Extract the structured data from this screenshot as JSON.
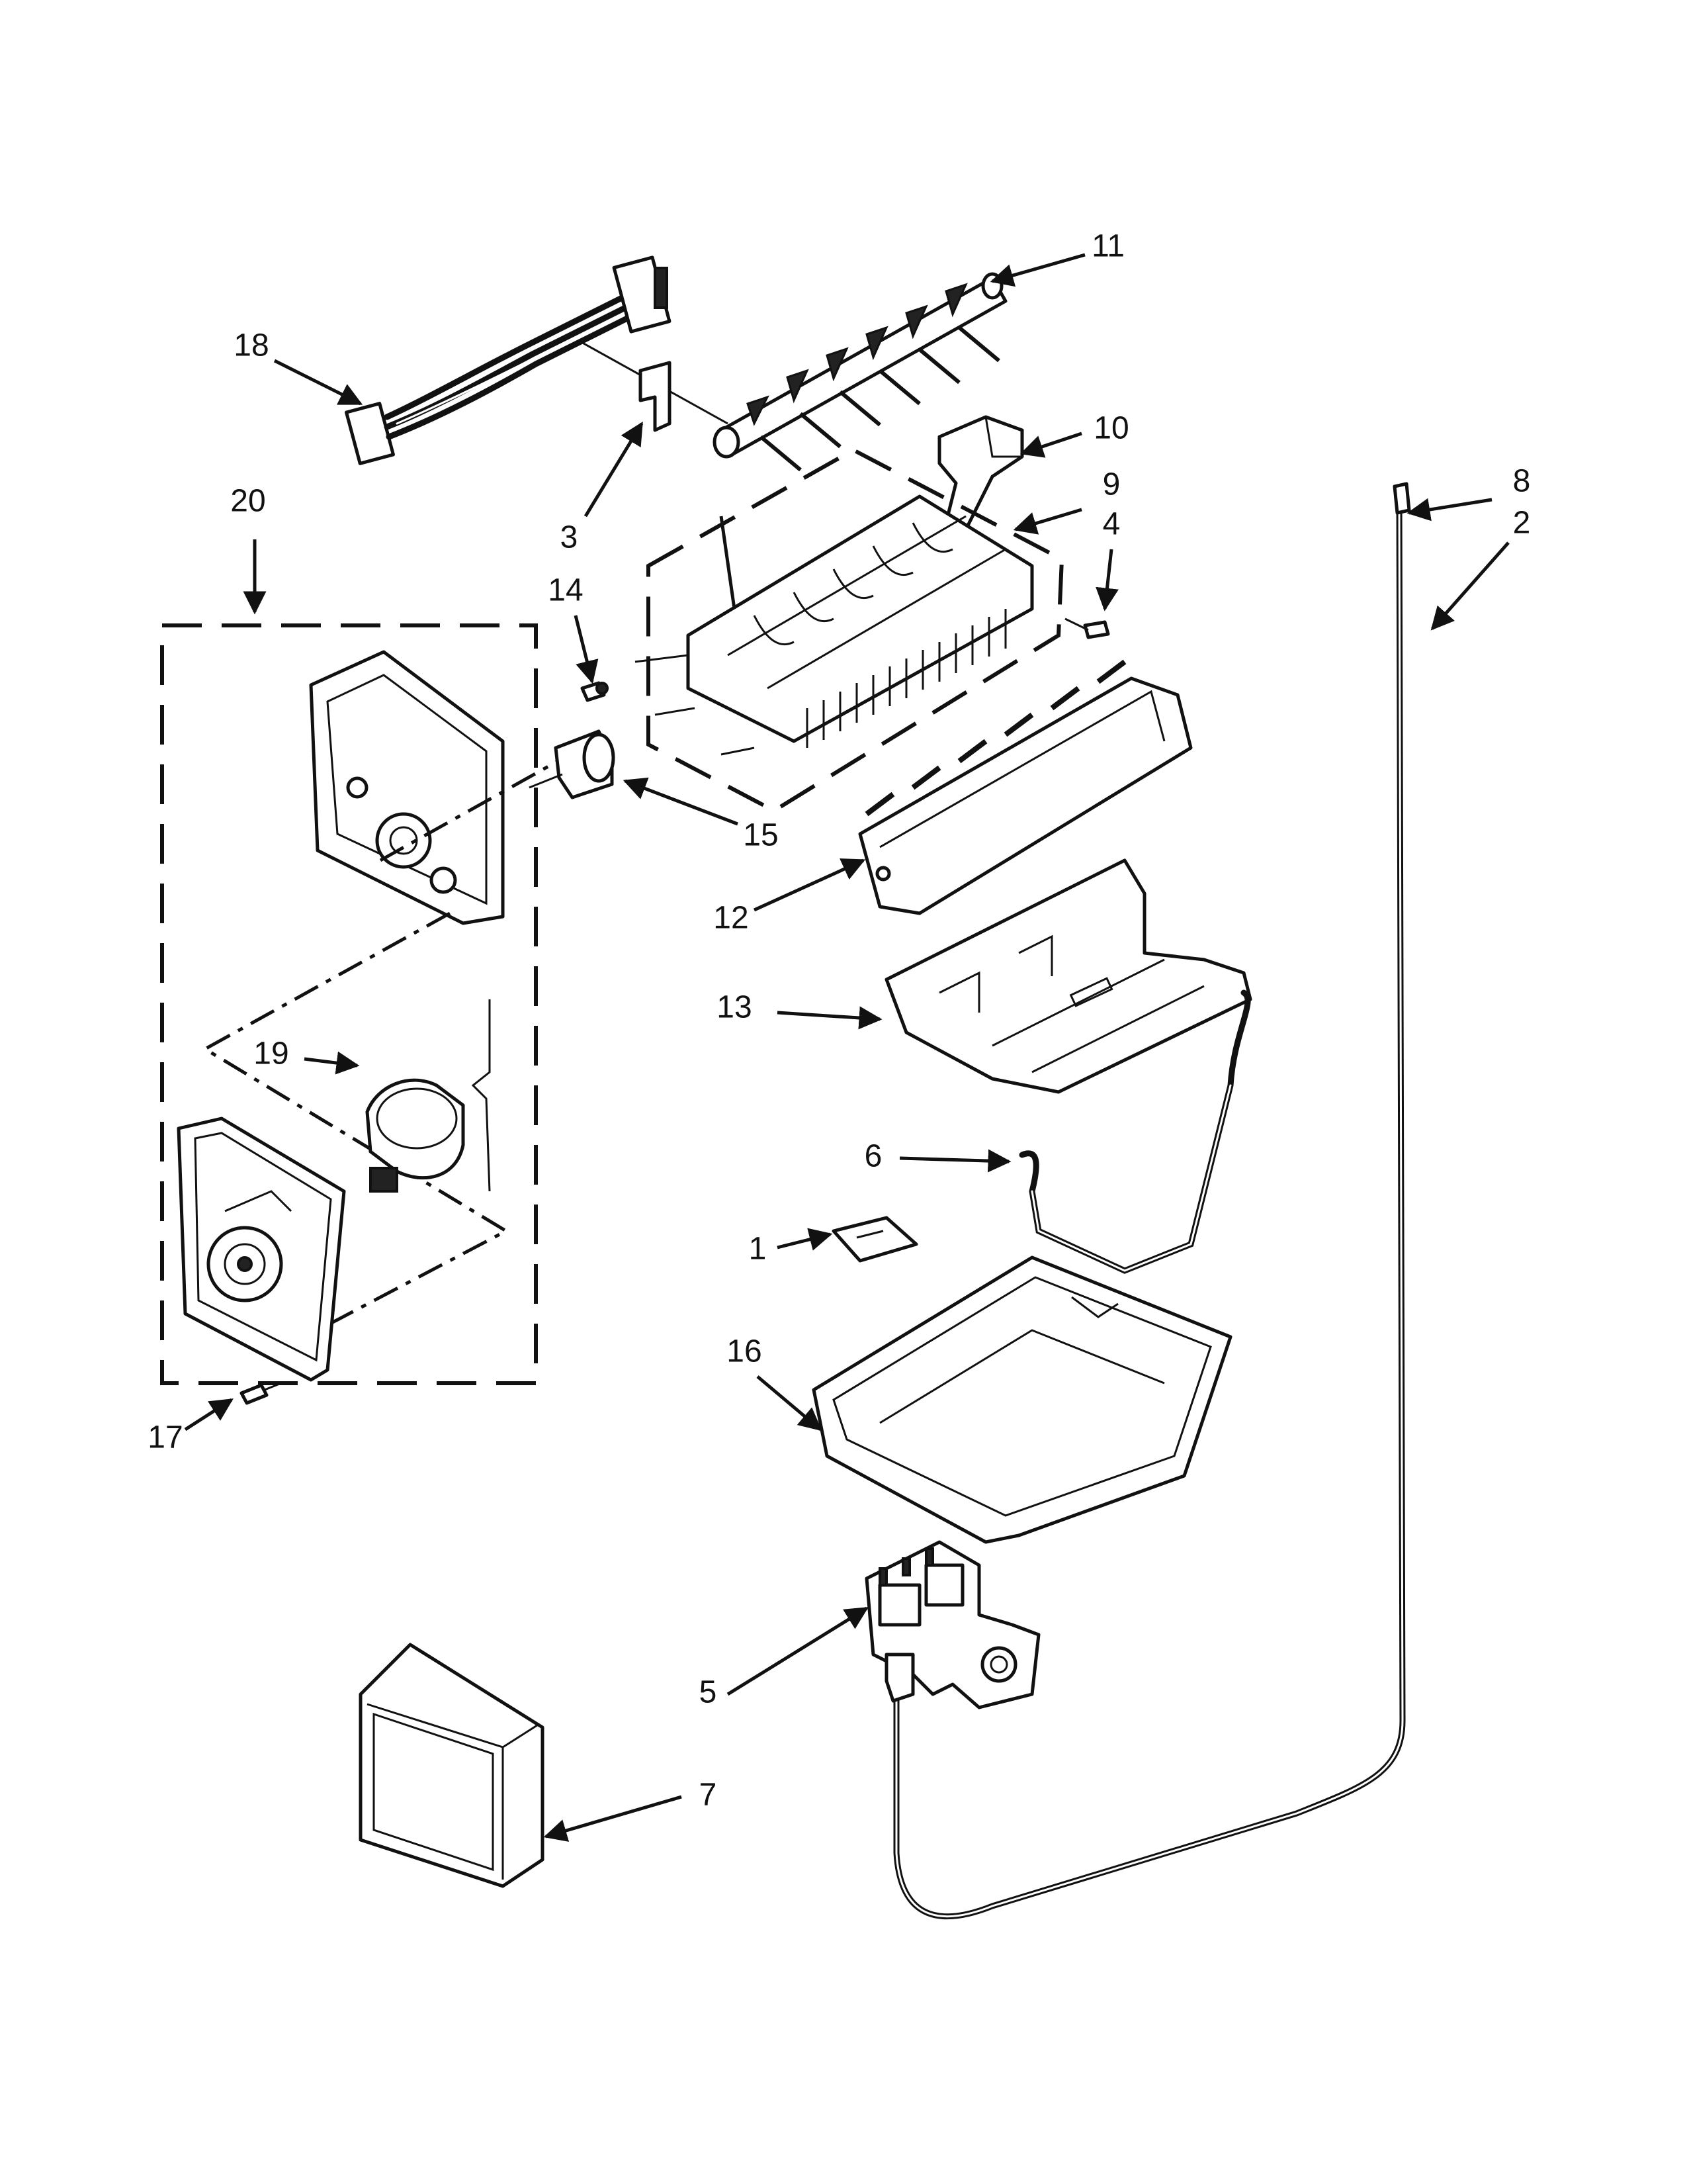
{
  "callouts": [
    {
      "id": "1",
      "label": "1"
    },
    {
      "id": "2",
      "label": "2"
    },
    {
      "id": "3",
      "label": "3"
    },
    {
      "id": "4",
      "label": "4"
    },
    {
      "id": "5",
      "label": "5"
    },
    {
      "id": "6",
      "label": "6"
    },
    {
      "id": "7",
      "label": "7"
    },
    {
      "id": "8",
      "label": "8"
    },
    {
      "id": "9",
      "label": "9"
    },
    {
      "id": "10",
      "label": "10"
    },
    {
      "id": "11",
      "label": "11"
    },
    {
      "id": "12",
      "label": "12"
    },
    {
      "id": "13",
      "label": "13"
    },
    {
      "id": "14",
      "label": "14"
    },
    {
      "id": "15",
      "label": "15"
    },
    {
      "id": "16",
      "label": "16"
    },
    {
      "id": "17",
      "label": "17"
    },
    {
      "id": "18",
      "label": "18"
    },
    {
      "id": "19",
      "label": "19"
    },
    {
      "id": "20",
      "label": "20"
    }
  ]
}
